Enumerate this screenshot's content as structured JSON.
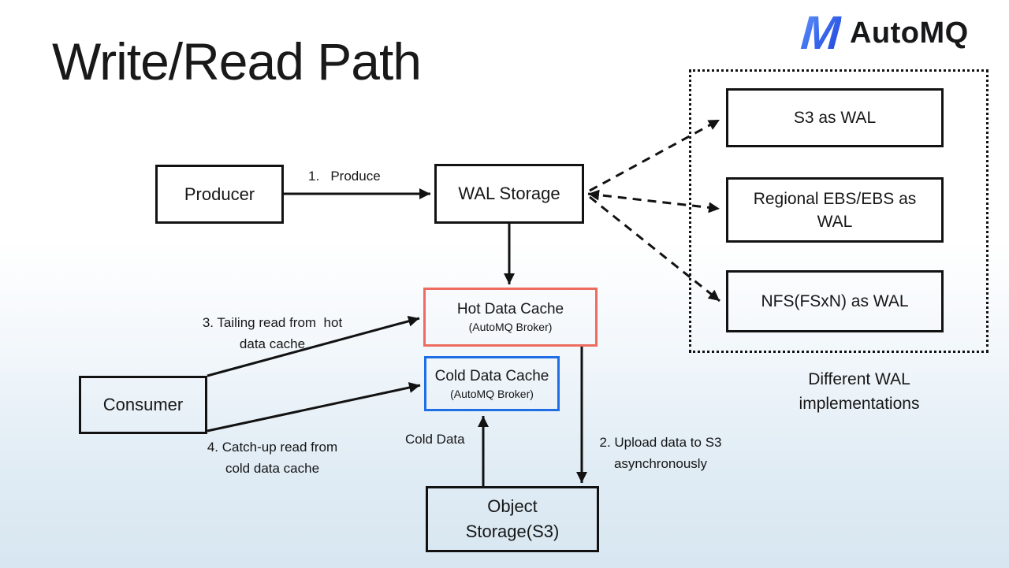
{
  "title": "Write/Read Path",
  "logo": {
    "mark_glyph": "M",
    "brand": "AutoMQ",
    "mark_color_top": "#5f93f6",
    "mark_color_bottom": "#2446d6",
    "wordmark_color": "#17181a"
  },
  "nodes": {
    "producer": {
      "label": "Producer"
    },
    "wal_storage": {
      "label": "WAL Storage"
    },
    "hot_cache": {
      "label": "Hot Data Cache",
      "sublabel": "(AutoMQ Broker)",
      "border_color": "#ee6c5f"
    },
    "cold_cache": {
      "label": "Cold Data Cache",
      "sublabel": "(AutoMQ Broker)",
      "border_color": "#1f6ee5"
    },
    "consumer": {
      "label": "Consumer"
    },
    "object_storage": {
      "label_line1": "Object",
      "label_line2": "Storage(S3)"
    }
  },
  "wal_group": {
    "items": [
      {
        "label": "S3 as WAL"
      },
      {
        "label": "Regional EBS/EBS as WAL"
      },
      {
        "label": "NFS(FSxN) as WAL"
      }
    ],
    "caption_line1": "Different WAL",
    "caption_line2": "implementations"
  },
  "edge_labels": {
    "produce": "1.   Produce",
    "upload_line1": "2. Upload data to S3",
    "upload_line2": "asynchronously",
    "tailing_line1": "3. Tailing read from  hot",
    "tailing_line2": "data cache",
    "catchup_line1": "4. Catch-up read from",
    "catchup_line2": "cold data cache",
    "cold_data": "Cold Data"
  },
  "style": {
    "line_color": "#121212",
    "background_bottom": "#d7e6f1"
  }
}
